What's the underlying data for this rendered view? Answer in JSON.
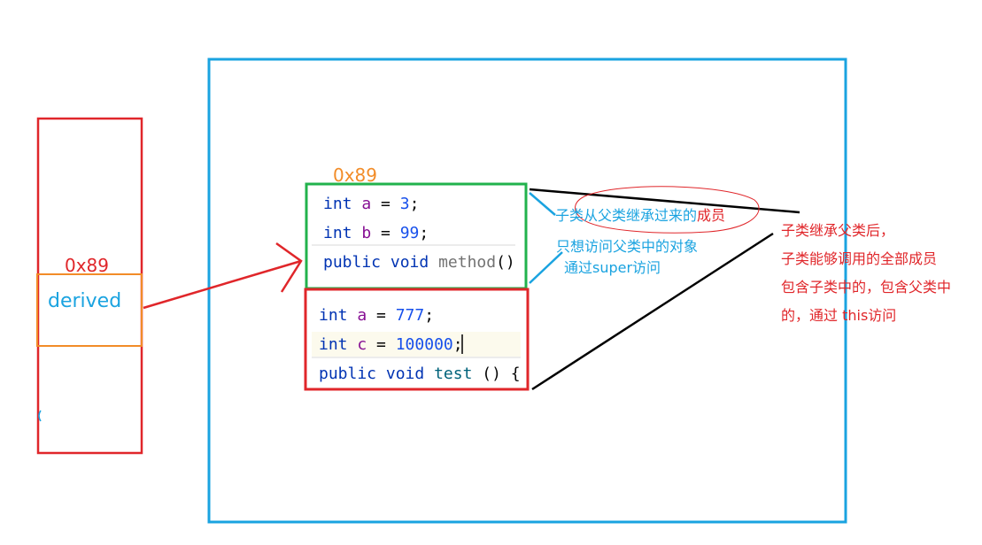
{
  "stack": {
    "addr_label": "0x89",
    "var_name": "derived"
  },
  "heap": {
    "addr_label": "0x89",
    "parent_lines": [
      {
        "kw": "int",
        "var": "a",
        "rest": " = ",
        "num": "3",
        "end": ";"
      },
      {
        "kw": "int",
        "var": "b",
        "rest": " = ",
        "num": "99",
        "end": ";"
      },
      {
        "kw": "public void",
        "fn": "method",
        "end": "()"
      }
    ],
    "child_lines": [
      {
        "kw": "int",
        "var": "a",
        "rest": " = ",
        "num": "777",
        "end": ";"
      },
      {
        "kw": "int",
        "var": "c",
        "rest": " = ",
        "num": "100000",
        "end": ";"
      },
      {
        "kw": "public void",
        "fn": "test",
        "end": " () {"
      }
    ]
  },
  "notes": {
    "inherited_prefix": "子类从父类继承过来的",
    "inherited_suffix": "成员",
    "super_line1": "只想访问父类中的对象",
    "super_line2": "通过super访问",
    "this_lines": [
      "子类继承父类后，",
      "子类能够调用的全部成员",
      "包含子类中的，包含父类中",
      "的，通过 this访问"
    ]
  },
  "colors": {
    "red": "#e0262a",
    "blue": "#1aa3e0",
    "orange": "#f28c28",
    "green": "#22b24c",
    "black": "#000000"
  }
}
